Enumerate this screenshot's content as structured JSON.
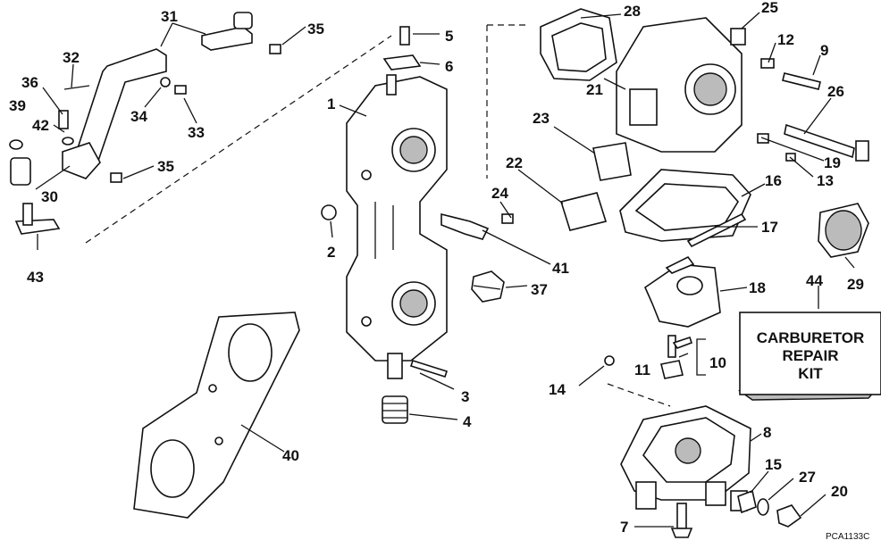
{
  "labels": {
    "1": "1",
    "2": "2",
    "3": "3",
    "4": "4",
    "5": "5",
    "6": "6",
    "7": "7",
    "8": "8",
    "9": "9",
    "10": "10",
    "11": "11",
    "12": "12",
    "13": "13",
    "14": "14",
    "15": "15",
    "16": "16",
    "17": "17",
    "18": "18",
    "19": "19",
    "20": "20",
    "21": "21",
    "22": "22",
    "23": "23",
    "24": "24",
    "25": "25",
    "26": "26",
    "27": "27",
    "28": "28",
    "29": "29",
    "30": "30",
    "31": "31",
    "32": "32",
    "33": "33",
    "34": "34",
    "35a": "35",
    "35b": "35",
    "36": "36",
    "37": "37",
    "39": "39",
    "40": "40",
    "41": "41",
    "42": "42",
    "43": "43",
    "44": "44"
  },
  "kit": {
    "line1": "CARBURETOR",
    "line2": "REPAIR",
    "line3": "KIT"
  },
  "drawing_code": "PCA1133C"
}
